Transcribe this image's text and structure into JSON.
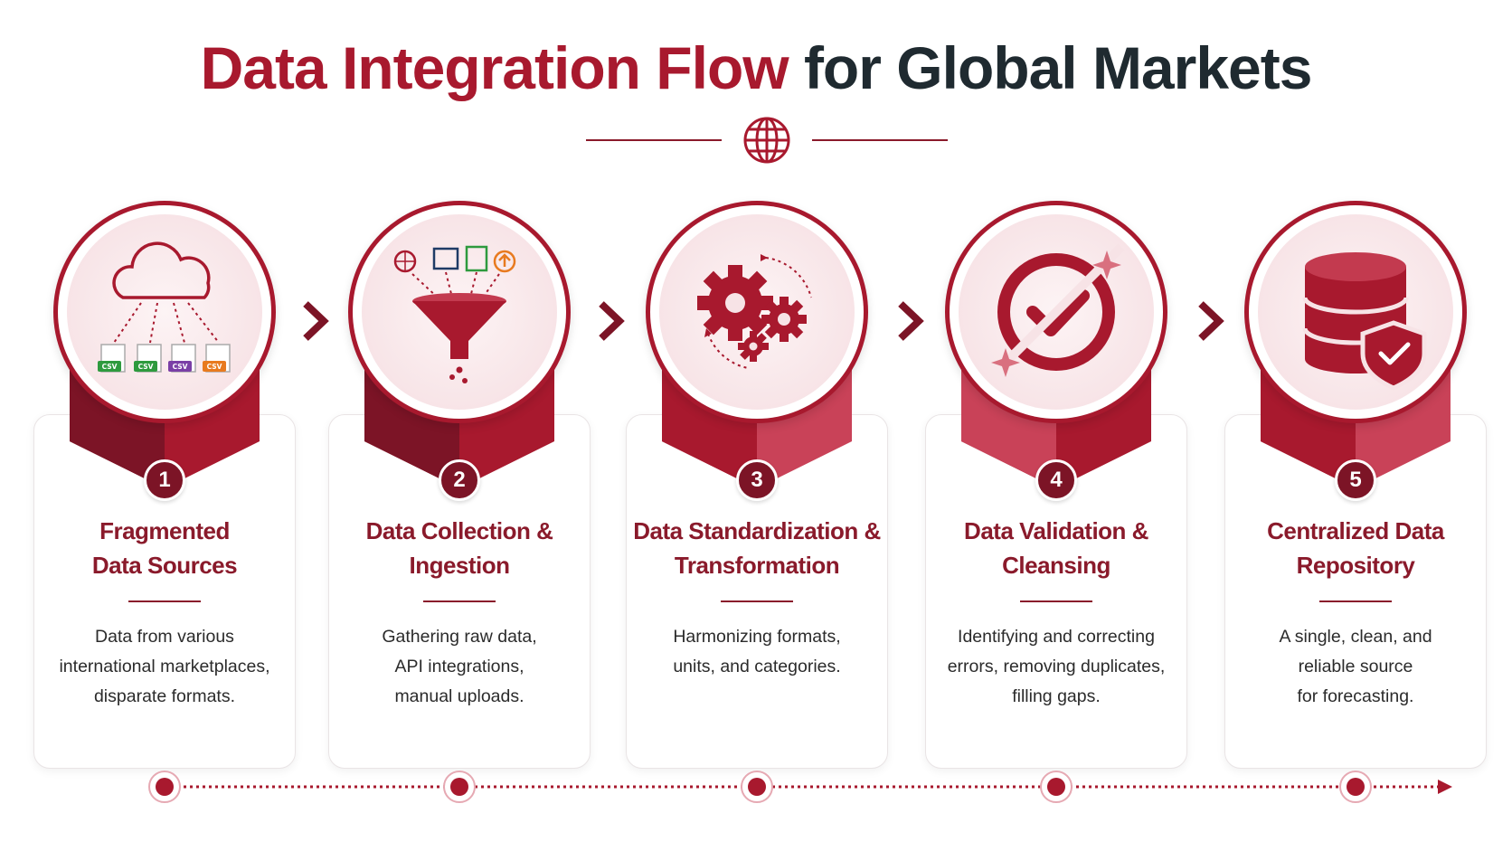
{
  "title": {
    "part1": "Data Integration Flow",
    "part2": "for Global Markets"
  },
  "colors": {
    "accent": "#a8192e",
    "dark_accent": "#7c1426",
    "heading_dark": "#1f2a30"
  },
  "steps": [
    {
      "number": "1",
      "icon": "cloud-files-icon",
      "title_lines": [
        "Fragmented",
        "Data Sources"
      ],
      "desc_lines": [
        "Data from various",
        "international marketplaces,",
        "disparate formats."
      ],
      "file_tags": [
        "CSV",
        "CSV",
        "CSV",
        "CSV"
      ]
    },
    {
      "number": "2",
      "icon": "funnel-icon",
      "title_lines": [
        "Data Collection &",
        "Ingestion"
      ],
      "desc_lines": [
        "Gathering raw data,",
        "API integrations,",
        "manual uploads."
      ]
    },
    {
      "number": "3",
      "icon": "gears-icon",
      "title_lines": [
        "Data Standardization &",
        "Transformation"
      ],
      "desc_lines": [
        "Harmonizing formats,",
        "units, and categories."
      ]
    },
    {
      "number": "4",
      "icon": "check-circle-icon",
      "title_lines": [
        "Data Validation &",
        "Cleansing"
      ],
      "desc_lines": [
        "Identifying and correcting",
        "errors, removing duplicates,",
        "filling gaps."
      ]
    },
    {
      "number": "5",
      "icon": "database-shield-icon",
      "title_lines": [
        "Centralized Data",
        "Repository"
      ],
      "desc_lines": [
        "A single, clean, and",
        "reliable source",
        "for forecasting."
      ]
    }
  ]
}
